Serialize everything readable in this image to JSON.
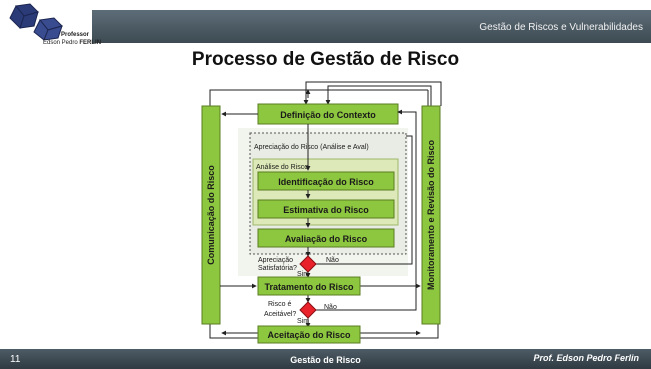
{
  "header": {
    "course_title": "Gestão de Riscos e Vulnerabilidades",
    "logo_line1": "Professor",
    "logo_name": "Edson Pedro",
    "logo_surname": "FERLIN"
  },
  "slide": {
    "title": "Processo de Gestão de Risco"
  },
  "diagram": {
    "left_column": "Comunicação do Risco",
    "right_column": "Monitoramento e Revisão do Risco",
    "context": "Definição do Contexto",
    "appraisal_group": "Apreciação do Risco (Análise e Aval)",
    "analysis_group": "Análise do Risco",
    "identification": "Identificação do Risco",
    "estimation": "Estimativa do Risco",
    "evaluation": "Avaliação do Risco",
    "decision1_line1": "Apreciação",
    "decision1_line2": "Satisfatória?",
    "decision1_yes": "Sim",
    "decision1_no": "Não",
    "treatment": "Tratamento do Risco",
    "decision2_line1": "Risco é",
    "decision2_line2": "Aceitável?",
    "decision2_yes": "Sim",
    "decision2_no": "Não",
    "acceptance": "Aceitação do Risco",
    "colors": {
      "box_green": "#8dc63f",
      "light_green": "#dde9b8",
      "decision_red": "#e8212a"
    }
  },
  "footer": {
    "page_number": "11",
    "center": "Gestão de Risco",
    "author": "Prof. Edson Pedro Ferlin"
  }
}
